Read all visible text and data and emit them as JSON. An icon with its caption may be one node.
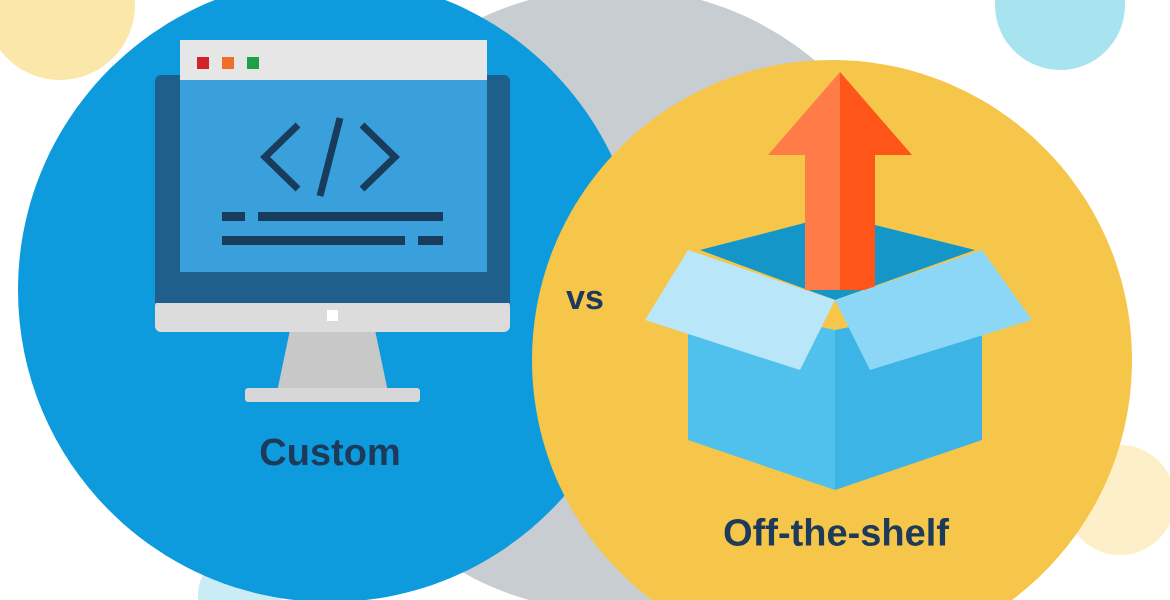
{
  "diagram": {
    "nodes": [
      {
        "text": [
          "Custom"
        ]
      },
      {
        "text": [
          "Off-the-shelf"
        ]
      }
    ],
    "labels": [
      "vs"
    ]
  }
}
